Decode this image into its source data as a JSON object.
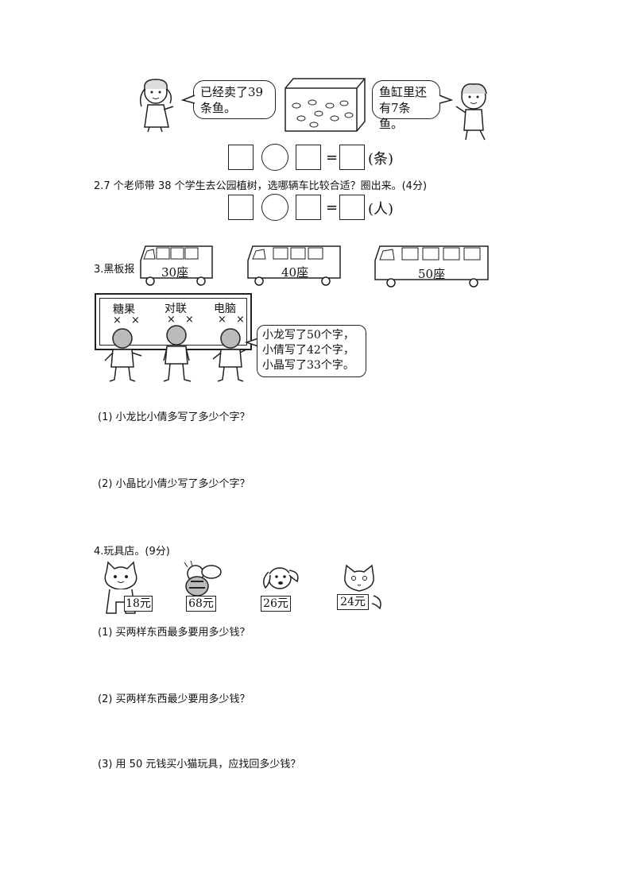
{
  "problem1": {
    "bubble_left": [
      "已经卖了39",
      "条鱼。"
    ],
    "bubble_right": [
      "鱼缸里还",
      "有7条鱼。"
    ],
    "equals": "=",
    "unit": "(条)"
  },
  "problem2": {
    "text": "2.7 个老师带 38 个学生去公园植树，选哪辆车比较合适？圈出来。(4分)",
    "equals": "=",
    "unit": "(人)",
    "buses": [
      "30座",
      "40座",
      "50座"
    ]
  },
  "problem3": {
    "title": "3.黑板报",
    "board_words": [
      "糖果",
      "对联",
      "电脑"
    ],
    "crosses": "× ×",
    "bubble": [
      "小龙写了50个字，",
      "小倩写了42个字，",
      "小晶写了33个字。"
    ],
    "q1": "(1) 小龙比小倩多写了多少个字？",
    "q2": "(2) 小晶比小倩少写了多少个字？"
  },
  "problem4": {
    "title": "4.玩具店。(9分)",
    "prices": [
      "18元",
      "68元",
      "26元",
      "24元"
    ],
    "q1": "(1) 买两样东西最多要用多少钱？",
    "q2": "(2) 买两样东西最少要用多少钱？",
    "q3": "(3) 用 50 元钱买小猫玩具，应找回多少钱？"
  }
}
